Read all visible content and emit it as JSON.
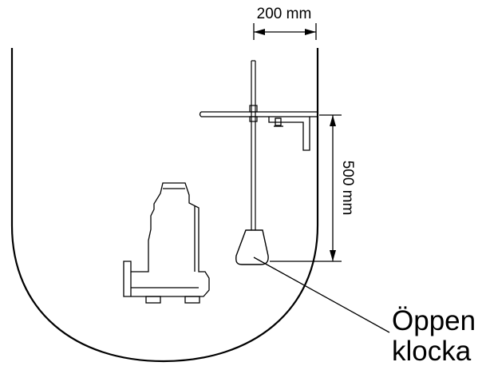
{
  "diagram": {
    "dimensions": {
      "width_label": "200 mm",
      "height_label": "500 mm"
    },
    "callout": {
      "line1": "Öppen",
      "line2": "klocka"
    },
    "colors": {
      "stroke": "#000000",
      "background": "#ffffff"
    }
  }
}
